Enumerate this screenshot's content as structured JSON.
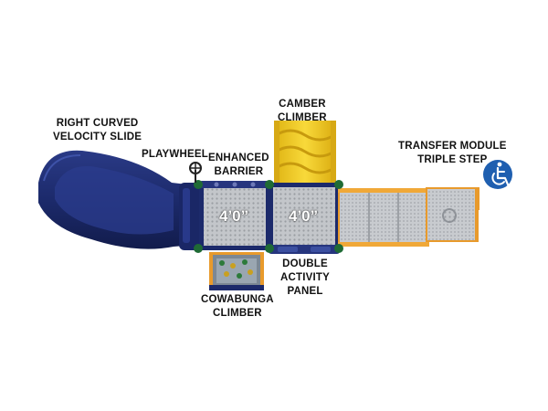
{
  "labels": {
    "slide": [
      "RIGHT CURVED",
      "VELOCITY SLIDE"
    ],
    "playwheel": [
      "PLAYWHEEL"
    ],
    "barrier": [
      "ENHANCED",
      "BARRIER"
    ],
    "camber": [
      "CAMBER",
      "CLIMBER"
    ],
    "transfer": [
      "TRANSFER MODULE",
      "TRIPLE STEP"
    ],
    "activity": [
      "DOUBLE",
      "ACTIVITY",
      "PANEL"
    ],
    "cowabunga": [
      "COWABUNGA",
      "CLIMBER"
    ]
  },
  "deck_heights": [
    "4’0”",
    "4’0”"
  ],
  "colors": {
    "navy": "#1c2a6b",
    "yellow": "#f2cc1f",
    "orange": "#e89a2c",
    "deck_gray": "#b9bcc0",
    "accessibility_blue": "#1f5fb0"
  },
  "icons": [
    "wheelchair-accessibility-icon"
  ]
}
